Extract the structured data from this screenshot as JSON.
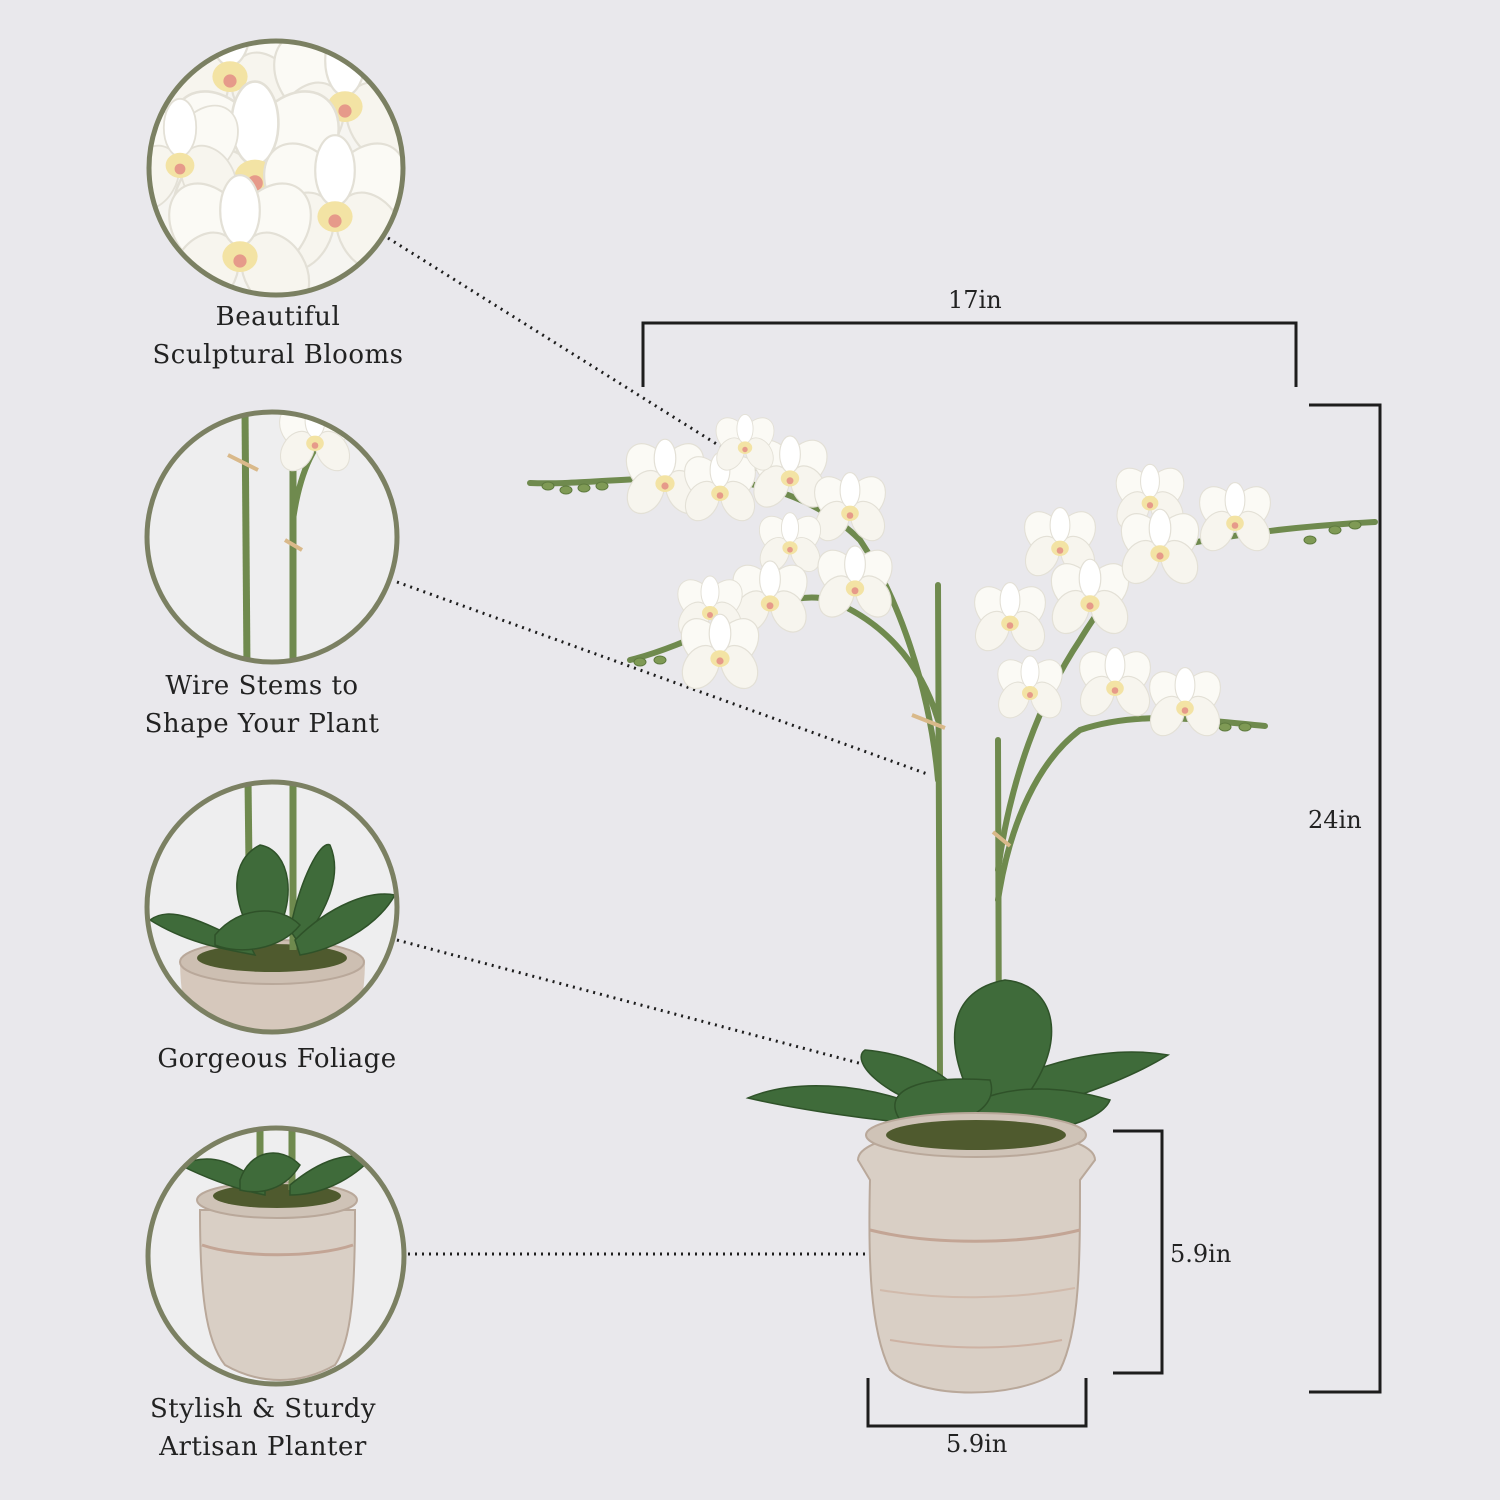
{
  "callouts": [
    {
      "line1": "Beautiful",
      "line2": "Sculptural Blooms"
    },
    {
      "line1": "Wire Stems to",
      "line2": "Shape Your Plant"
    },
    {
      "line1": "Gorgeous Foliage",
      "line2": ""
    },
    {
      "line1": "Stylish & Sturdy",
      "line2": "Artisan Planter"
    }
  ],
  "dimensions": {
    "width": "17in",
    "height": "24in",
    "pot_height": "5.9in",
    "pot_width": "5.9in"
  },
  "colors": {
    "background": "#e9e8ec",
    "circle_border": "#7b8062",
    "leaf": "#3f6b3a",
    "stem": "#6f8a4e",
    "petal": "#fbfaf5",
    "pot": "#d9cfc5"
  }
}
